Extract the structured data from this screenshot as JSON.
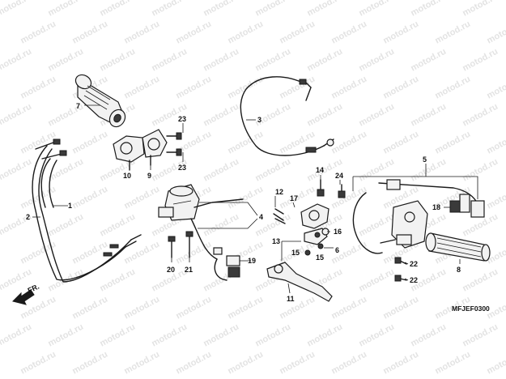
{
  "watermark": "motod.ru",
  "diagram_code": "MFJEF0300",
  "direction_label": "FR.",
  "callouts": {
    "c1": "1",
    "c2": "2",
    "c3": "3",
    "c4": "4",
    "c5": "5",
    "c6": "6",
    "c7": "7",
    "c8": "8",
    "c9": "9",
    "c10": "10",
    "c11": "11",
    "c12": "12",
    "c13": "13",
    "c14": "14",
    "c15a": "15",
    "c15b": "15",
    "c16": "16",
    "c17": "17",
    "c18": "18",
    "c19": "19",
    "c20": "20",
    "c21": "21",
    "c22a": "22",
    "c22b": "22",
    "c23a": "23",
    "c23b": "23",
    "c24": "24"
  }
}
